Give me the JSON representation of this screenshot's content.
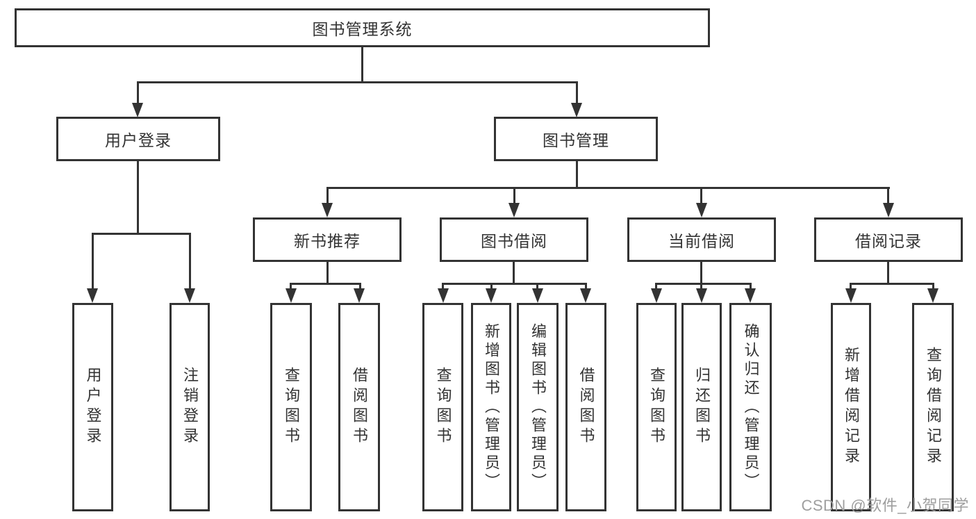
{
  "nodes": {
    "root": "图书管理系统",
    "level2": {
      "user_login": "用户登录",
      "book_mgmt": "图书管理"
    },
    "level3": {
      "new_book_rec": "新书推荐",
      "book_borrow": "图书借阅",
      "current_borrow": "当前借阅",
      "borrow_records": "借阅记录"
    },
    "leaves": {
      "user_login_leaf": "用户登录",
      "logout_leaf": "注销登录",
      "nbr_query_books": "查询图书",
      "nbr_borrow_books": "借阅图书",
      "bb_query_books": "查询图书",
      "bb_add_books_admin": "新增图书（管理员）",
      "bb_edit_books_admin": "编辑图书（管理员）",
      "bb_borrow_books": "借阅图书",
      "cb_query_books": "查询图书",
      "cb_return_books": "归还图书",
      "cb_confirm_return_admin": "确认归还（管理员）",
      "br_add_record": "新增借阅记录",
      "br_query_record": "查询借阅记录"
    }
  },
  "watermark": "CSDN @软件_小贺同学",
  "colors": {
    "line": "#333333",
    "text": "#333333",
    "watermark": "#9e9e9e",
    "background": "#ffffff"
  }
}
